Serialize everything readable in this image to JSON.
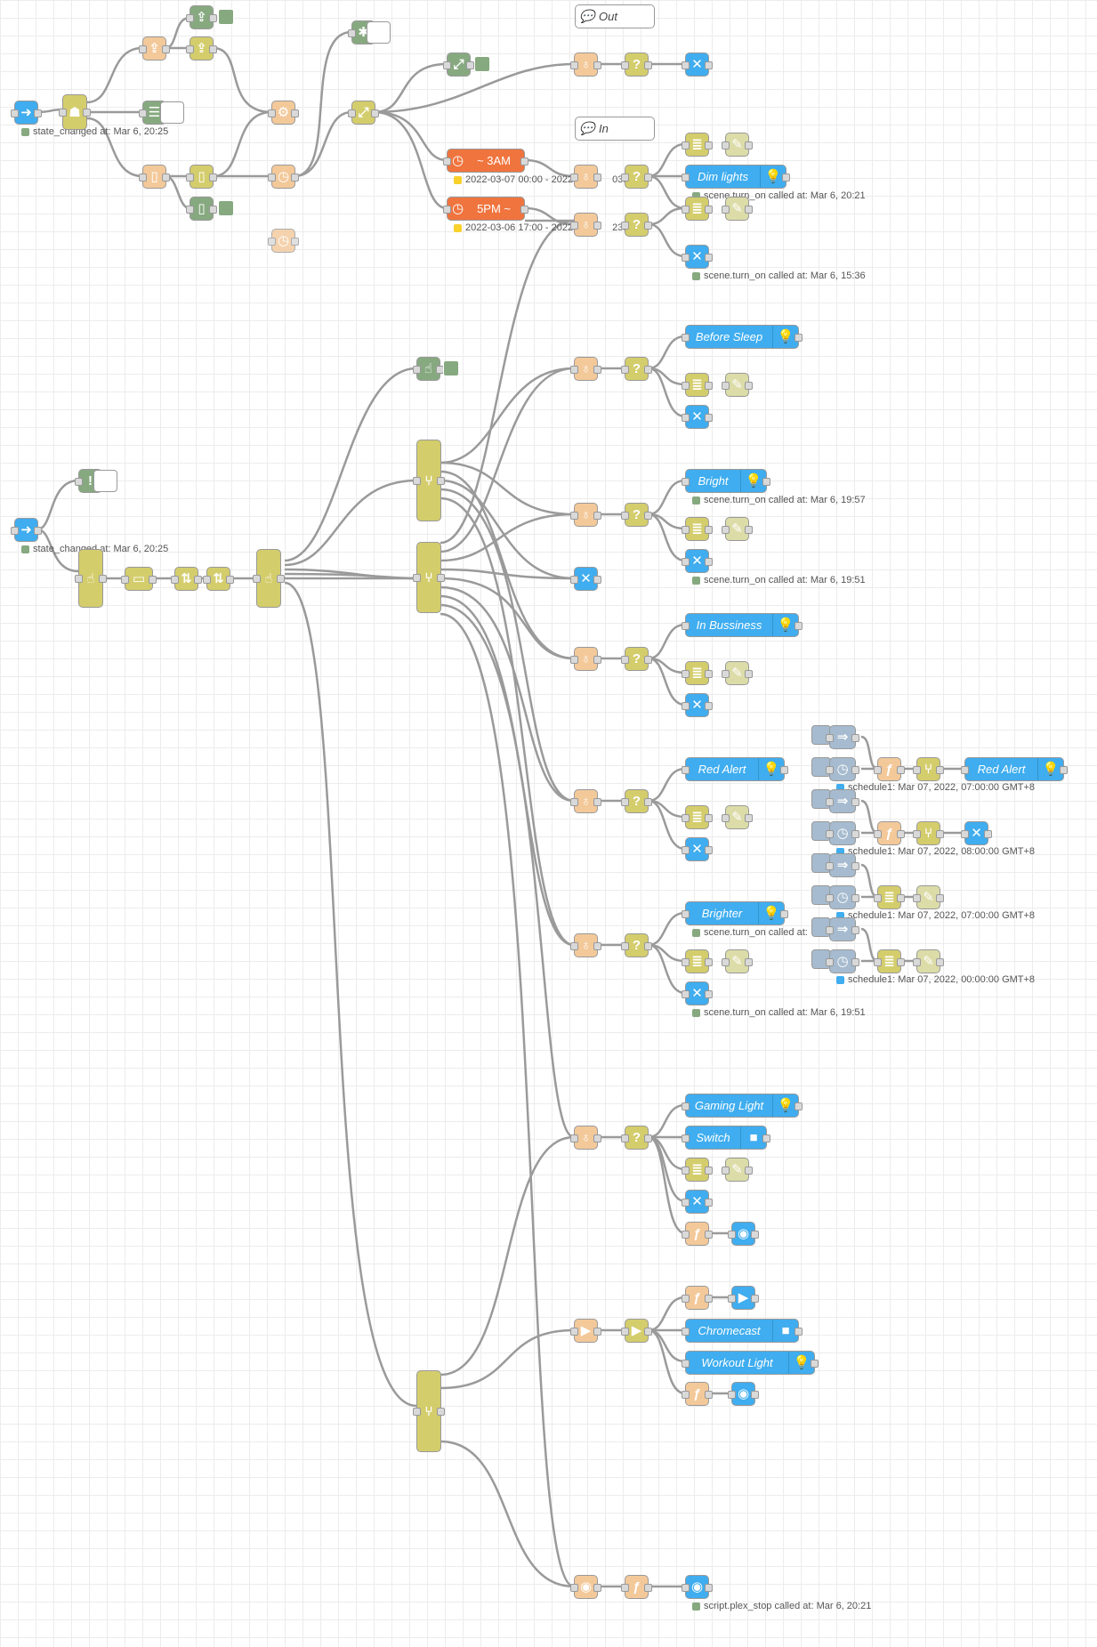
{
  "comments": {
    "out": "Out",
    "in": "In"
  },
  "scenes": {
    "dim_lights": "Dim lights",
    "before_sleep": "Before Sleep",
    "bright": "Bright",
    "in_bussiness": "In Bussiness",
    "red_alert": "Red Alert",
    "brighter": "Brighter",
    "gaming_light": "Gaming Light",
    "workout_light": "Workout Light",
    "red_alert_2": "Red Alert"
  },
  "cameras": {
    "switch": "Switch",
    "chromecast": "Chromecast"
  },
  "timers": {
    "t3am_label": "~ 3AM",
    "t5pm_label": "5PM ~",
    "t3am_status": "2022-03-07 00:00 - 2022",
    "t3am_status_tail": "03:0",
    "t5pm_status": "2022-03-06 17:00 - 2022",
    "t5pm_status_tail": "23:5"
  },
  "statuses": {
    "state_changed_1": "state_changed at: Mar 6, 20:25",
    "state_changed_2": "state_changed at: Mar 6, 20:25",
    "dim_lights": "scene.turn_on called at: Mar 6, 20:21",
    "call_1536": "scene.turn_on called at: Mar 6, 15:36",
    "bright": "scene.turn_on called at: Mar 6, 19:57",
    "call_1951_a": "scene.turn_on called at: Mar 6, 19:51",
    "brighter": "scene.turn_on called at:",
    "call_1951_b": "scene.turn_on called at: Mar 6, 19:51",
    "plex_stop": "script.plex_stop called at: Mar 6, 20:21",
    "sched_1": "schedule1: Mar 07, 2022, 07:00:00 GMT+8",
    "sched_2": "schedule1: Mar 07, 2022, 08:00:00 GMT+8",
    "sched_3": "schedule1: Mar 07, 2022, 07:00:00 GMT+8",
    "sched_4": "schedule1: Mar 07, 2022, 00:00:00 GMT+8"
  },
  "colors": {
    "canvas": "#ffffff",
    "grid": "#ececec",
    "wire": "#9a9a9a",
    "ha_blue": "#3fadef",
    "function_peach": "#f3c99a",
    "switch_olive": "#d4cd6c",
    "debug_green": "#87a980",
    "timer_orange": "#f0743e",
    "inject_grey": "#a6bbcf"
  },
  "icons": {
    "entry": "arrow-right-icon",
    "scene": "lightbulb-icon",
    "camera": "camera-icon",
    "switch": "question-icon",
    "function": "function-icon",
    "stop": "stop-icon",
    "play": "play-icon",
    "close": "close-icon",
    "database": "database-icon",
    "timer": "clock-icon"
  }
}
